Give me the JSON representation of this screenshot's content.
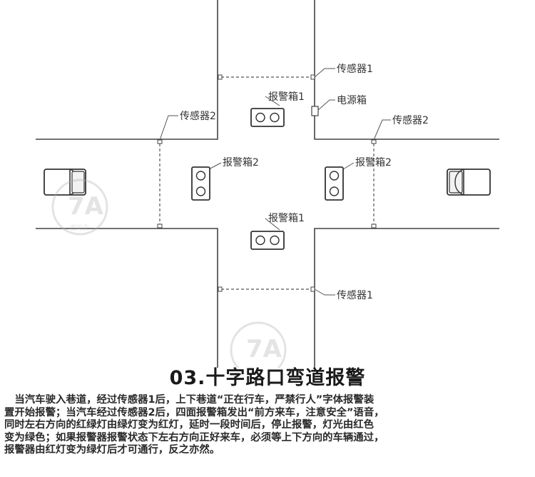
{
  "diagram": {
    "labels": {
      "sensor1_top": "传感器1",
      "sensor1_bottom": "传感器1",
      "sensor2_left": "传感器2",
      "sensor2_right": "传感器2",
      "alarm_box1_top": "报警箱1",
      "alarm_box1_bottom": "报警箱1",
      "alarm_box2_left": "报警箱2",
      "alarm_box2_right": "报警箱2",
      "power_box": "电源箱"
    },
    "watermark_text": "赛可安"
  },
  "title": "03.十字路口弯道报警",
  "description": [
    "　当汽车驶入巷道，经过传感器1后，上下巷道“正在行车，严禁行人”字体报警装",
    "置开始报警；当汽车经过传感器2后，四面报警箱发出“前方来车，注意安全”语音，",
    "同时左右方向的红绿灯由绿灯变为红灯，延时一段时间后，停止报警，灯光由红色",
    "变为绿色；如果报警器报警状态下左右方向正好来车，必须等上下方向的车辆通过，",
    "报警器由红灯变为绿灯后才可通行，反之亦然。"
  ]
}
